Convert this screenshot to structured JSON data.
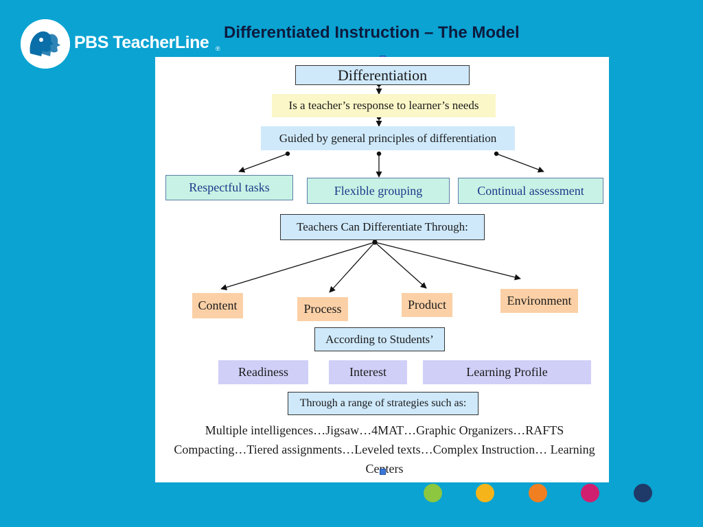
{
  "logo": {
    "brand_text": "PBS TeacherLine",
    "registered_mark": "®",
    "icon": "pbs-heads-logo-icon"
  },
  "title": "Differentiated Instruction – The Model",
  "diagram": {
    "differentiation": "Differentiation",
    "response": "Is a teacher’s response to learner’s needs",
    "guided": "Guided by general principles of differentiation",
    "principles": [
      "Respectful tasks",
      "Flexible grouping",
      "Continual assessment"
    ],
    "teachers_can": "Teachers Can Differentiate Through:",
    "dimensions": [
      "Content",
      "Process",
      "Product",
      "Environment"
    ],
    "according": "According to Students’",
    "student_traits": [
      "Readiness",
      "Interest",
      "Learning Profile"
    ],
    "through_range": "Through a range of strategies such as:",
    "strategies_line1": "Multiple intelligences…Jigsaw…4MAT…Graphic Organizers…RAFTS",
    "strategies_line2": "Compacting…Tiered assignments…Leveled texts…Complex Instruction… Learning",
    "strategies_line3": "Centers"
  },
  "colors": {
    "background": "#0aa3d2",
    "title": "#0d1b3e",
    "dots": [
      "#8dc63f",
      "#f5b41a",
      "#f07f22",
      "#d11f6f",
      "#1f3a68"
    ]
  }
}
